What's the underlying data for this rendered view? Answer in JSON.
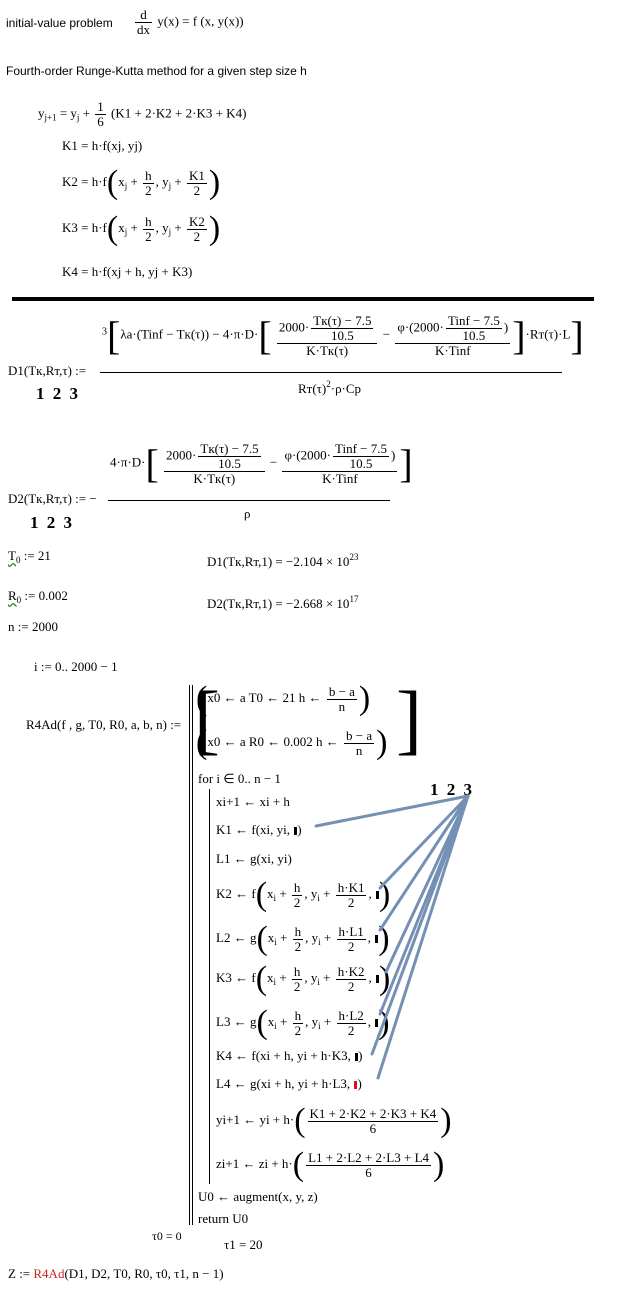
{
  "header": {
    "ivp_label": "initial-value problem",
    "d": "d",
    "dx": "dx",
    "ivp_eq": "y(x) = f (x, y(x))",
    "rk_title": "Fourth-order Runge-Kutta method for a given step size h"
  },
  "rk": {
    "yj1_lhs": "y",
    "yj1_sub": "j+1",
    "yj1_rhs_a": "= y",
    "yj1_rhs_sub": "j",
    "plus": "+",
    "one": "1",
    "six": "6",
    "yj1_tail": "(K1 + 2·K2 + 2·K3 + K4)",
    "k1": "K1 = h·f(xj, yj)",
    "k2_pre": "K2 = h·f",
    "k3_pre": "K3 = h·f",
    "k4": "K4 = h·f(xj + h, yj + K3)",
    "h": "h",
    "two": "2",
    "k1n": "K1",
    "k2n": "K2"
  },
  "d1": {
    "lhs": "D1(Tк,Rт,τ) :=",
    "cuberoot_index": "3",
    "part_a": "λa·(Tinf − Tк(τ)) − 4·π·D·",
    "t_num": "Tк(τ) − 7.5",
    "tinf_num": "Tinf − 7.5",
    "ten5": "10.5",
    "two_k": "2000·",
    "phi": "φ·",
    "den1": "K·Tк(τ)",
    "den2": "K·Tinf",
    "minus": "−",
    "tail": "·Rт(τ)·L",
    "denom": "Rт(τ)",
    "denom_sup": "2",
    "denom_tail": "·ρ·Cp",
    "labels": "1 2 3"
  },
  "d2": {
    "lhs": "D2(Tк,Rт,τ) := −",
    "pre": "4·π·D·",
    "denom": "ρ",
    "labels": "1 2 3"
  },
  "values": {
    "t0": "T",
    "t0_sub": "0",
    "t0_rhs": ":= 21",
    "r0": "R",
    "r0_sub": "0",
    "r0_rhs": ":= 0.002",
    "n": "n := 2000",
    "d1_result": "D1(Tк,Rт,1) = −2.104 × 10",
    "d1_exp": "23",
    "d2_result": "D2(Tк,Rт,1) = −2.668 × 10",
    "d2_exp": "17",
    "i_range": "i := 0.. 2000 − 1"
  },
  "r4ad": {
    "lhs": "R4Ad(f , g, T0, R0, a, b, n) :=",
    "row1": "x0 ← a  T0 ← 21  h ←",
    "row2": "x0 ← a  R0 ← 0.002  h ←",
    "ba": "b − a",
    "nn": "n",
    "for": "for  i ∈ 0.. n − 1",
    "xi1": "xi+1 ← xi + h",
    "k1": "K1 ← f(xi, yi, ",
    "l1": "L1 ← g(xi, yi)",
    "k2": "K2 ← f",
    "l2": "L2 ← g",
    "k3": "K3 ← f",
    "l3": "L3 ← g",
    "k4": "K4 ← f(xi + h, yi + h·K3, ",
    "l4": "L4 ← g(xi + h, yi + h·L3, ",
    "yi1": "yi+1 ← yi + h·",
    "yi1_num": "K1 + 2·K2 + 2·K3 + K4",
    "zi1": "zi+1 ← zi + h·",
    "zi1_num": "L1 + 2·L2 + 2·L3 + L4",
    "six": "6",
    "hk1": "h·K1",
    "hl1": "h·L1",
    "hk2": "h·K2",
    "hl2": "h·L2",
    "u0": "U0 ← augment(x, y, z)",
    "ret": "return  U0",
    "labels": "1 2 3"
  },
  "tail": {
    "tau0": "τ0 = 0",
    "tau1": "τ1 = 20",
    "z_lhs": "Z := ",
    "z_fn": "R4Ad",
    "z_args": "(D1, D2, T0, R0, τ0, τ1, n − 1)"
  },
  "colors": {
    "arrow": "#7590b5",
    "error": "#cc2222",
    "wavy": "#2a8a2a"
  }
}
